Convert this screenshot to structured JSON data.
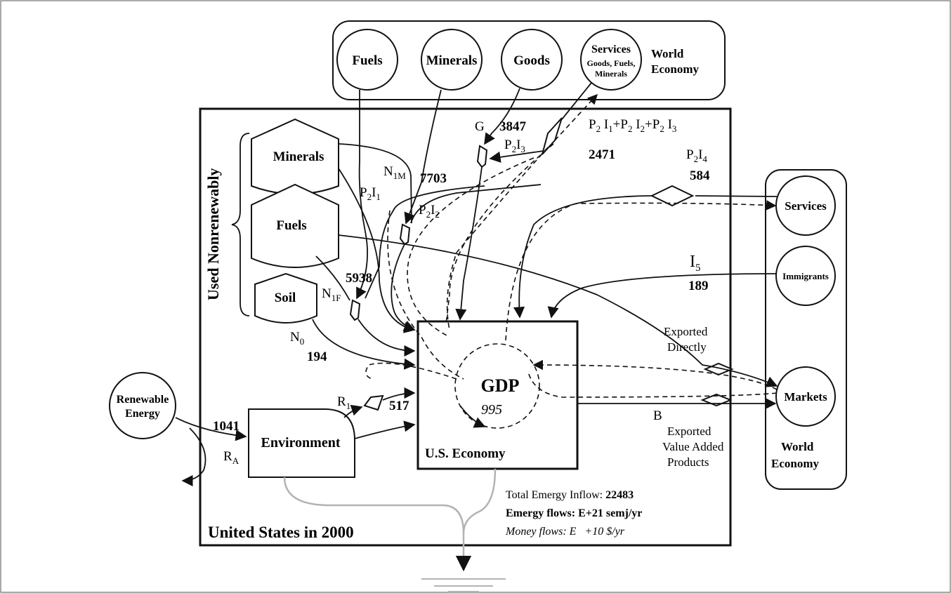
{
  "world_economy_top": {
    "label_line1": "World",
    "label_line2": "Economy",
    "sources": {
      "fuels": "Fuels",
      "minerals": "Minerals",
      "goods": "Goods",
      "services": "Services",
      "services_sub1": "Goods, Fuels,",
      "services_sub2": "Minerals"
    }
  },
  "world_economy_right": {
    "label_line1": "World",
    "label_line2": "Economy",
    "services": "Services",
    "immigrants": "Immigrants",
    "markets": "Markets"
  },
  "system": {
    "title": "United States in 2000",
    "nonrenewable_label": "Used Nonrenewably",
    "storages": {
      "minerals": "Minerals",
      "fuels": "Fuels",
      "soil": "Soil"
    },
    "renewable_energy_line1": "Renewable",
    "renewable_energy_line2": "Energy",
    "environment": "Environment",
    "economy_label": "U.S. Economy",
    "gdp_label": "GDP",
    "gdp_value": "995"
  },
  "flows": {
    "G": {
      "symbol": "G",
      "value": "3847"
    },
    "P2I3": {
      "symbol": "P",
      "sub_a": "2",
      "mid": "I",
      "sub_b": "3"
    },
    "P2I_total": {
      "value": "2471"
    },
    "N1M": {
      "symbol": "N",
      "sub": "1M",
      "value": "7703"
    },
    "P2I1": {
      "symbol": "P",
      "sub_a": "2",
      "mid": "I",
      "sub_b": "1"
    },
    "P2I2": {
      "symbol": "P",
      "sub_a": "2",
      "mid": "I",
      "sub_b": "2"
    },
    "P2I4": {
      "symbol": "P",
      "sub_a": "2",
      "mid": "I",
      "sub_b": "4",
      "value": "584"
    },
    "I5": {
      "symbol": "I",
      "sub": "5",
      "value": "189"
    },
    "N1F": {
      "symbol": "N",
      "sub": "1F",
      "value": "5938"
    },
    "N0": {
      "symbol": "N",
      "sub": "0",
      "value": "194"
    },
    "R1": {
      "symbol": "R",
      "sub": "1",
      "value": "517"
    },
    "RA": {
      "symbol": "R",
      "sub": "A",
      "value": "1041"
    },
    "B": {
      "symbol": "B"
    },
    "exported_directly_line1": "Exported",
    "exported_directly_line2": "Directly",
    "exported_va_line1": "Exported",
    "exported_va_line2": "Value Added",
    "exported_va_line3": "Products"
  },
  "legend": {
    "total_label": "Total Emergy Inflow:",
    "total_value": "22483",
    "emergy_units": "Emergy flows: E+21 semj/yr",
    "money_units": "Money flows: E   +10 $/yr"
  }
}
